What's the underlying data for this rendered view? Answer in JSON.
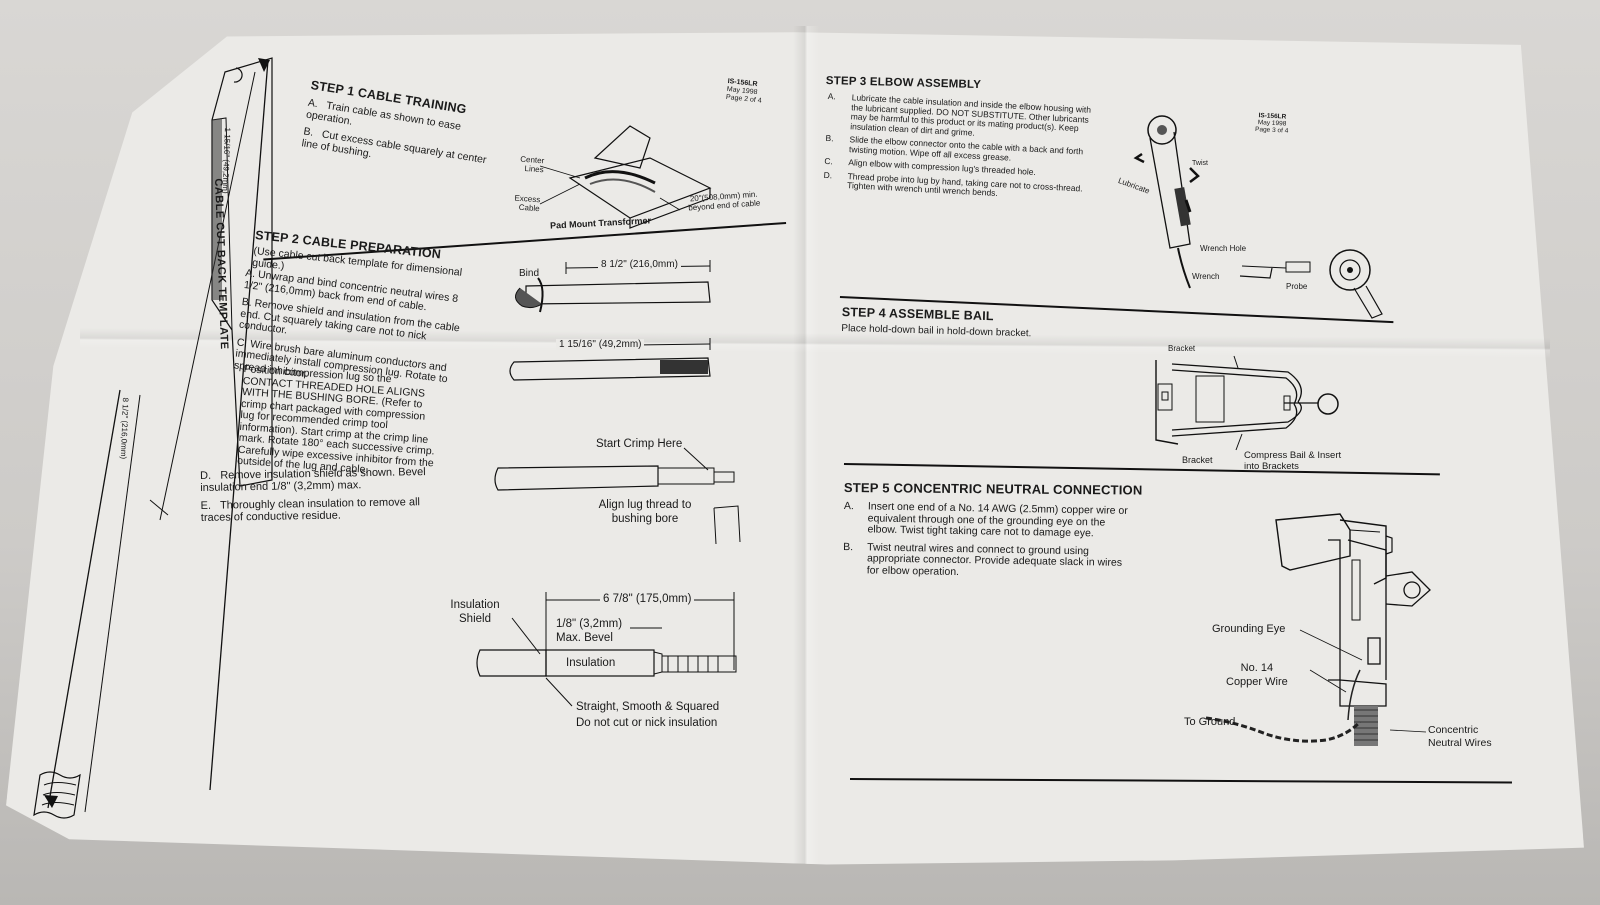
{
  "document": {
    "doc_id": "IS-156LR",
    "date": "May 1998",
    "page_left": "Page 2 of 4",
    "page_right": "Page 3 of 4",
    "template": {
      "title": "CABLE CUT BACK TEMPLATE",
      "dim_full": "8 1/2\" (216,0mm)",
      "dim_part": "1 15/16\" (49,2mm)"
    },
    "step1": {
      "title": "STEP 1 CABLE TRAINING",
      "items": [
        {
          "letter": "A.",
          "text": "Train cable as shown to ease operation."
        },
        {
          "letter": "B.",
          "text": "Cut excess cable squarely at center line of bushing."
        }
      ],
      "labels": {
        "center_lines": "Center Lines",
        "excess_cable": "Excess Cable",
        "pad_mount": "Pad Mount Transformer",
        "min_length": "20\"(508,0mm) min. beyond end of cable"
      }
    },
    "step2": {
      "title": "STEP 2 CABLE PREPARATION",
      "intro": "(Use cable cut back template for dimensional guide.)",
      "items": [
        {
          "letter": "A.",
          "text": "Unwrap and bind concentric neutral wires 8 1/2\" (216,0mm) back from end of cable."
        },
        {
          "letter": "B.",
          "text": "Remove shield and insulation from the cable end. Cut squarely taking care not to nick conductor."
        },
        {
          "letter": "C.",
          "text": "Wire brush bare aluminum conductors and immediately install compression lug. Rotate to spread inhibitor."
        },
        {
          "letter": "",
          "text": "Position compression lug so the CONTACT THREADED HOLE ALIGNS WITH THE BUSHING BORE. (Refer to crimp chart packaged with compression lug for recommended crimp tool information). Start crimp at the crimp line mark. Rotate 180° each successive crimp. Carefully wipe excessive inhibitor from the outside of the lug and cable."
        },
        {
          "letter": "D.",
          "text": "Remove insulation shield as shown. Bevel insulation end 1/8\" (3,2mm) max."
        },
        {
          "letter": "E.",
          "text": "Thoroughly clean insulation to remove all traces of conductive residue."
        }
      ],
      "labels": {
        "bind": "Bind",
        "dim_8": "8 1/2\" (216,0mm)",
        "dim_1": "1 15/16\" (49,2mm)",
        "start_crimp": "Start Crimp Here",
        "align_lug": "Align lug thread to bushing bore",
        "insulation_shield": "Insulation Shield",
        "dim_6": "6 7/8\" (175,0mm)",
        "bevel": "1/8\" (3,2mm) Max. Bevel",
        "insulation": "Insulation",
        "straight": "Straight, Smooth & Squared",
        "do_not_cut": "Do not cut or nick insulation"
      }
    },
    "step3": {
      "title": "STEP 3 ELBOW ASSEMBLY",
      "items": [
        {
          "letter": "A.",
          "text": "Lubricate the cable insulation and inside the elbow housing with the lubricant supplied. DO NOT SUBSTITUTE. Other lubricants may be harmful to this product or its mating product(s). Keep insulation clean of dirt and grime."
        },
        {
          "letter": "B.",
          "text": "Slide the elbow connector onto the cable with a back and forth twisting motion. Wipe off all excess grease."
        },
        {
          "letter": "C.",
          "text": "Align elbow with compression lug's threaded hole."
        },
        {
          "letter": "D.",
          "text": "Thread probe into lug by hand, taking care not to cross-thread. Tighten with wrench until wrench bends."
        }
      ],
      "labels": {
        "lubricate": "Lubricate",
        "twist": "Twist",
        "wrench_hole": "Wrench Hole",
        "wrench": "Wrench",
        "probe": "Probe"
      }
    },
    "step4": {
      "title": "STEP 4 ASSEMBLE BAIL",
      "text": "Place hold-down bail in hold-down bracket.",
      "labels": {
        "bracket_top": "Bracket",
        "bracket_bottom": "Bracket",
        "compress": "Compress Bail & Insert into Brackets"
      }
    },
    "step5": {
      "title": "STEP 5 CONCENTRIC NEUTRAL CONNECTION",
      "items": [
        {
          "letter": "A.",
          "text": "Insert one end of a No. 14 AWG (2.5mm) copper wire or equivalent through one of the grounding eye on the elbow. Twist tight taking care not to damage eye."
        },
        {
          "letter": "B.",
          "text": "Twist neutral wires and connect to ground using appropriate connector. Provide adequate slack in wires for elbow operation."
        }
      ],
      "labels": {
        "grounding_eye": "Grounding Eye",
        "no14": "No. 14",
        "copper": "Copper Wire",
        "to_ground": "To Ground",
        "concentric": "Concentric",
        "neutral_wires": "Neutral Wires"
      }
    }
  }
}
